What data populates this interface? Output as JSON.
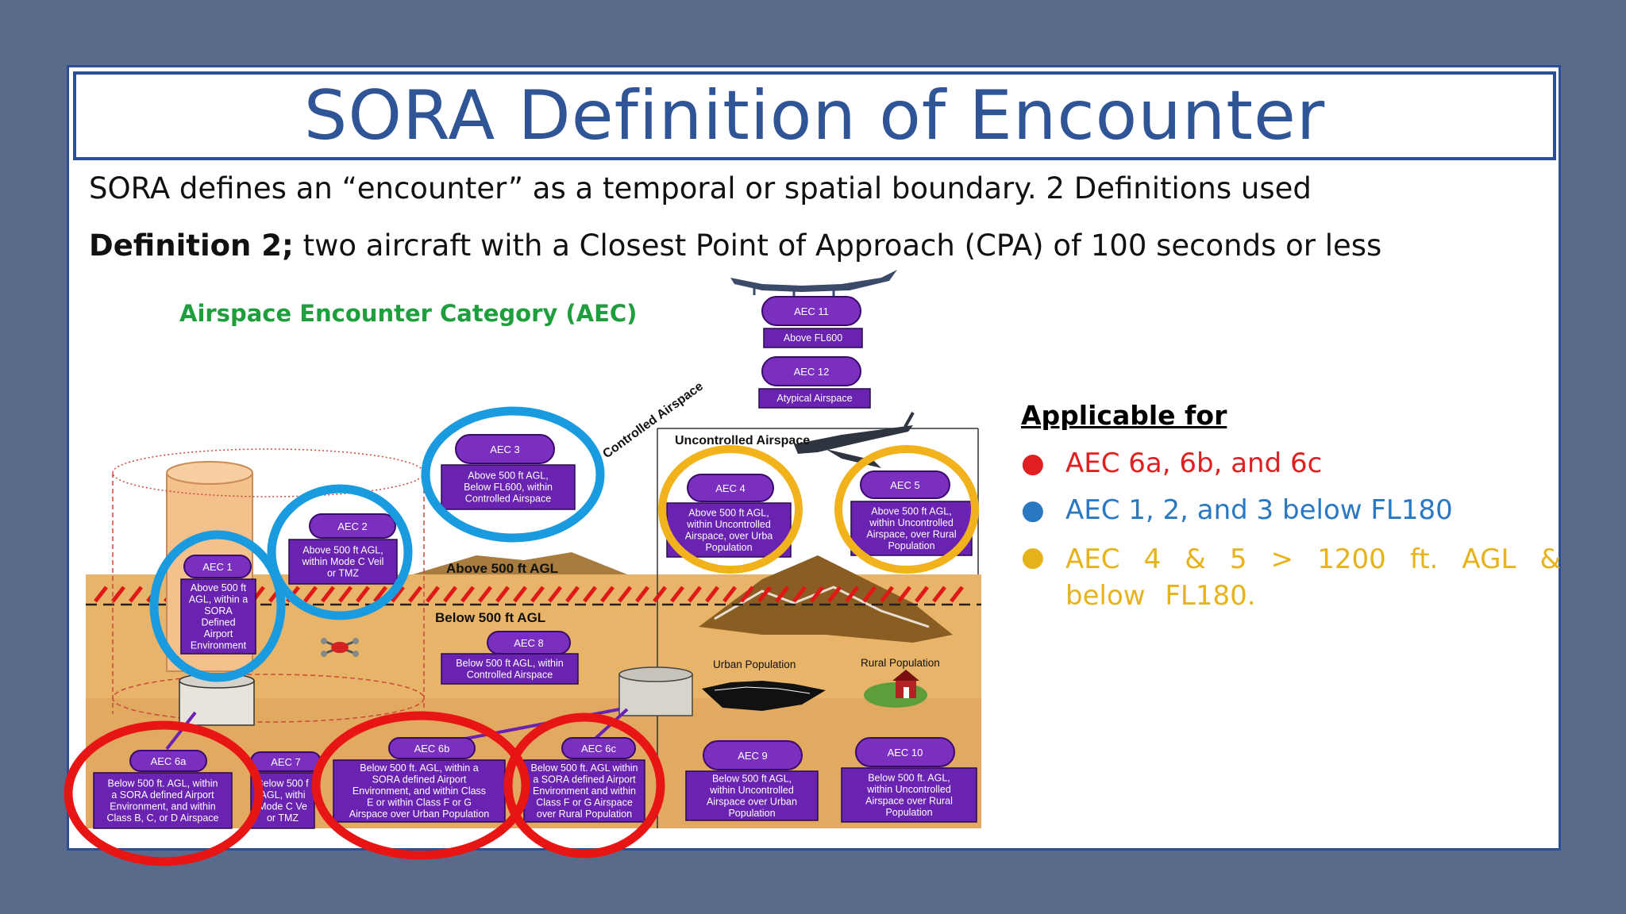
{
  "title": "SORA Definition of Encounter",
  "line1": "SORA defines an “encounter” as a temporal or spatial boundary.  2 Definitions used",
  "line2_bold": "Definition 2;",
  "line2_rest": " two aircraft with a Closest Point of Approach (CPA) of 100 seconds or less",
  "diagram_heading": "Airspace Encounter Category (AEC)",
  "labels": {
    "controlled": "Controlled Airspace",
    "uncontrolled": "Uncontrolled Airspace",
    "above500": "Above 500 ft AGL",
    "below500": "Below 500 ft AGL",
    "urban": "Urban Population",
    "rural": "Rural Population"
  },
  "aec": {
    "aec11": {
      "name": "AEC 11",
      "desc": [
        "Above FL600"
      ]
    },
    "aec12": {
      "name": "AEC 12",
      "desc": [
        "Atypical Airspace"
      ]
    },
    "aec3": {
      "name": "AEC 3",
      "desc": [
        "Above 500 ft AGL,",
        "Below FL600, within",
        "Controlled Airspace"
      ]
    },
    "aec2": {
      "name": "AEC 2",
      "desc": [
        "Above 500 ft AGL,",
        "within Mode C Veil",
        "or TMZ"
      ]
    },
    "aec1": {
      "name": "AEC 1",
      "desc": [
        "Above 500 ft",
        "AGL, within a",
        "SORA",
        "Defined",
        "Airport",
        "Environment"
      ]
    },
    "aec4": {
      "name": "AEC 4",
      "desc": [
        "Above 500 ft AGL,",
        "within Uncontrolled",
        "Airspace, over Urba",
        "Population"
      ]
    },
    "aec5": {
      "name": "AEC 5",
      "desc": [
        "Above 500 ft AGL,",
        "within Uncontrolled",
        "Airspace, over Rural",
        "Population"
      ]
    },
    "aec8": {
      "name": "AEC 8",
      "desc": [
        "Below 500 ft AGL, within",
        "Controlled Airspace"
      ]
    },
    "aec6a": {
      "name": "AEC 6a",
      "desc": [
        "Below 500 ft. AGL, within",
        "a SORA defined Airport",
        "Environment, and within",
        "Class B, C, or D Airspace"
      ]
    },
    "aec7": {
      "name": "AEC 7",
      "desc": [
        "Below 500 f",
        "AGL, withi",
        "Mode C Ve",
        "or TMZ"
      ]
    },
    "aec6b": {
      "name": "AEC 6b",
      "desc": [
        "Below 500 ft. AGL, within a",
        "SORA defined Airport",
        "Environment, and within Class",
        "E or within Class F or G",
        "Airspace over Urban Population"
      ]
    },
    "aec6c": {
      "name": "AEC 6c",
      "desc": [
        "Below 500 ft. AGL within",
        "a SORA defined Airport",
        "Environment and within",
        "Class F or G Airspace",
        "over Rural Population"
      ]
    },
    "aec9": {
      "name": "AEC 9",
      "desc": [
        "Below 500 ft AGL,",
        "within Uncontrolled",
        "Airspace over Urban",
        "Population"
      ]
    },
    "aec10": {
      "name": "AEC 10",
      "desc": [
        "Below 500 ft. AGL,",
        "within Uncontrolled",
        "Airspace over Rural",
        "Population"
      ]
    }
  },
  "applicable": {
    "title": "Applicable for",
    "items": [
      {
        "text": "AEC 6a, 6b, and 6c",
        "color": "#e02020"
      },
      {
        "text": "AEC 1, 2, and 3 below FL180",
        "color": "#2a78c2"
      },
      {
        "text": "AEC 4 & 5 > 1200 ft. AGL & below FL180.",
        "color": "#e6b31a"
      }
    ],
    "bullet": "●"
  },
  "colors": {
    "title_blue": "#2f5597",
    "frame_blue": "#2b4f96",
    "pill_purple": "#7b2fbf",
    "box_purple": "#6a22b0",
    "ring_blue": "#1a9be0",
    "ring_gold": "#f2b21c",
    "ring_red": "#e81515",
    "ground": "#e8b46a"
  }
}
